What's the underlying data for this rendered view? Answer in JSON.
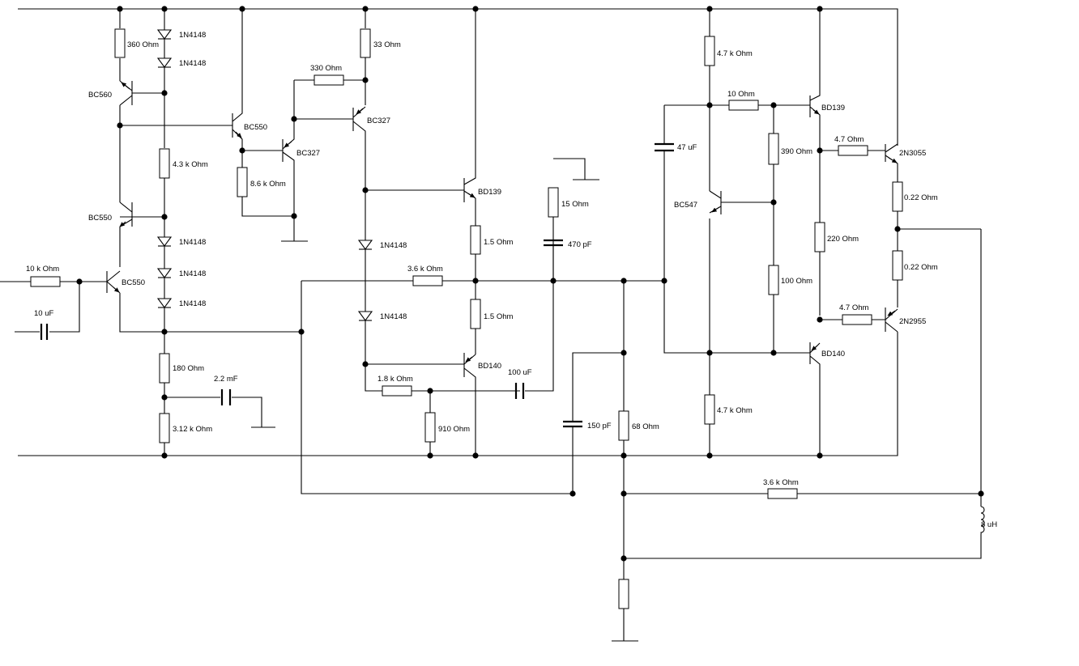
{
  "labels": {
    "d1": "1N4148",
    "d2": "1N4148",
    "d3": "1N4148",
    "d4": "1N4148",
    "d5": "1N4148",
    "d6": "1N4148",
    "d7": "1N4148",
    "r360": "360  Ohm",
    "r4_3k": "4.3 k Ohm",
    "r180": "180  Ohm",
    "r3_12k": "3.12 k Ohm",
    "r10k": "10 k Ohm",
    "r8_6k": "8.6 k Ohm",
    "r330": "330  Ohm",
    "r33": "33  Ohm",
    "r3_6k_a": "3.6 k Ohm",
    "r1_8k": "1.8 k Ohm",
    "r910": "910  Ohm",
    "r1_5_a": "1.5  Ohm",
    "r1_5_b": "1.5  Ohm",
    "r15": "15  Ohm",
    "r68": "68  Ohm",
    "r4_7k_a": "4.7 k Ohm",
    "r4_7k_b": "4.7 k Ohm",
    "r10": "10  Ohm",
    "r390": "390  Ohm",
    "r100": "100  Ohm",
    "r220": "220  Ohm",
    "r4_7_a": "4.7  Ohm",
    "r4_7_b": "4.7  Ohm",
    "r0_22_a": "0.22  Ohm",
    "r0_22_b": "0.22  Ohm",
    "r3_6k_b": "3.6 k Ohm",
    "c10u": "10 uF",
    "c2_2m": "2.2 mF",
    "c100u": "100 uF",
    "c470p": "470 pF",
    "c150p": "150 pF",
    "c47u": "47 uF",
    "l8u": "8 uH",
    "q_bc560": "BC560",
    "q_bc550_a": "BC550",
    "q_bc550_b": "BC550",
    "q_bc550_c": "BC550",
    "q_bc327_a": "BC327",
    "q_bc327_b": "BC327",
    "q_bd139_a": "BD139",
    "q_bd140_a": "BD140",
    "q_bc547": "BC547",
    "q_bd139_b": "BD139",
    "q_bd140_b": "BD140",
    "q_2n3055": "2N3055",
    "q_2n2955": "2N2955"
  }
}
